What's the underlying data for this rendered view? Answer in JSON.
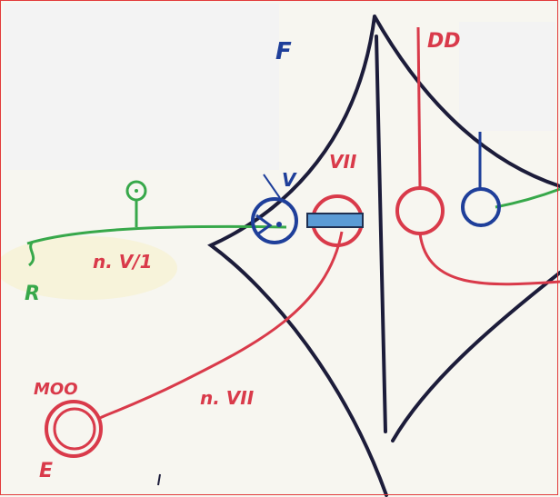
{
  "labels": {
    "v": "V",
    "vii_top": "VII",
    "dd": "DD",
    "n_v1": "n. V/1",
    "r": "R",
    "moo": "MOO",
    "n_vii": "n. VII",
    "e": "E",
    "f": "F"
  },
  "colors": {
    "border": "#e23b3b",
    "black": "#1c1c3a",
    "red": "#d93a4a",
    "green": "#37a84a",
    "blue": "#1f3f9a",
    "marker_fill": "#5b9bd5",
    "marker_stroke": "#1f2f50",
    "yellow_wash": "#f7f0c4"
  }
}
